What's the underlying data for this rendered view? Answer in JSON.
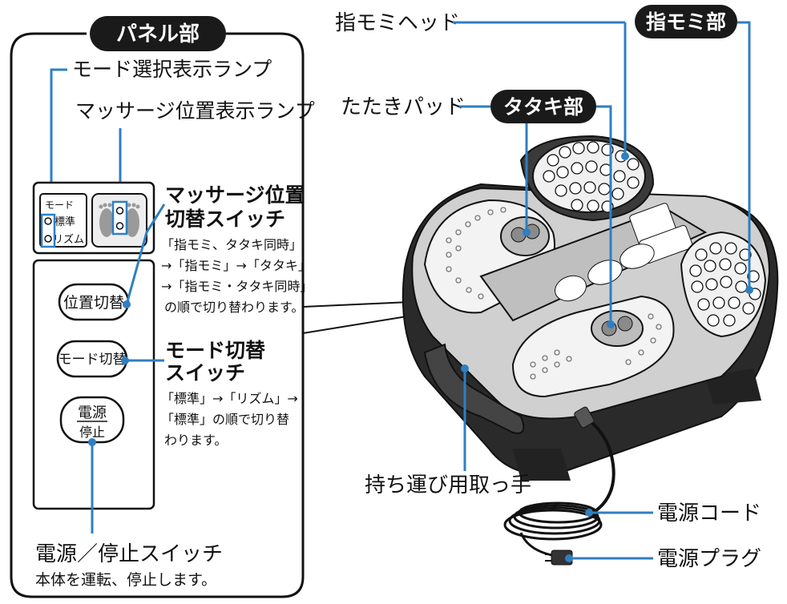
{
  "panel_section": {
    "title": "パネル部",
    "mode_lamp_label": "モード選択表示ランプ",
    "position_lamp_label": "マッサージ位置表示ランプ",
    "panel_mode_text": "モード",
    "panel_standard_text": "標準",
    "panel_rhythm_text": "リズム",
    "position_button_text": "位置切替",
    "mode_button_text": "モード切替",
    "power_button_line1": "電源",
    "power_button_line2": "停止",
    "position_switch": {
      "title_line1": "マッサージ位置",
      "title_line2": "切替スイッチ",
      "desc": [
        "「指モミ、タタキ同時」",
        "→「指モミ」→「タタキ」",
        "→「指モミ・タタキ同時」",
        "の順で切り替わります。"
      ]
    },
    "mode_switch": {
      "title_line1": "モード切替",
      "title_line2": "スイッチ",
      "desc": [
        "「標準」→「リズム」→",
        "「標準」の順で切り替",
        "わります。"
      ]
    },
    "power_switch": {
      "title": "電源／停止スイッチ",
      "desc": "本体を運転、停止します。"
    }
  },
  "device_labels": {
    "finger_head": "指モミヘッド",
    "finger_section": "指モミ部",
    "tap_pad": "たたきパッド",
    "tap_section": "タタキ部",
    "handle": "持ち運び用取っ手",
    "power_cord": "電源コード",
    "power_plug": "電源プラグ"
  },
  "colors": {
    "ink": "#111111",
    "pill_bg": "#1a1a1a",
    "pill_text": "#ffffff",
    "lamp_blue": "#2f7fc1",
    "device_dark": "#2a2a2a",
    "device_mid": "#8c8c8c",
    "device_light": "#d9d9d9"
  }
}
